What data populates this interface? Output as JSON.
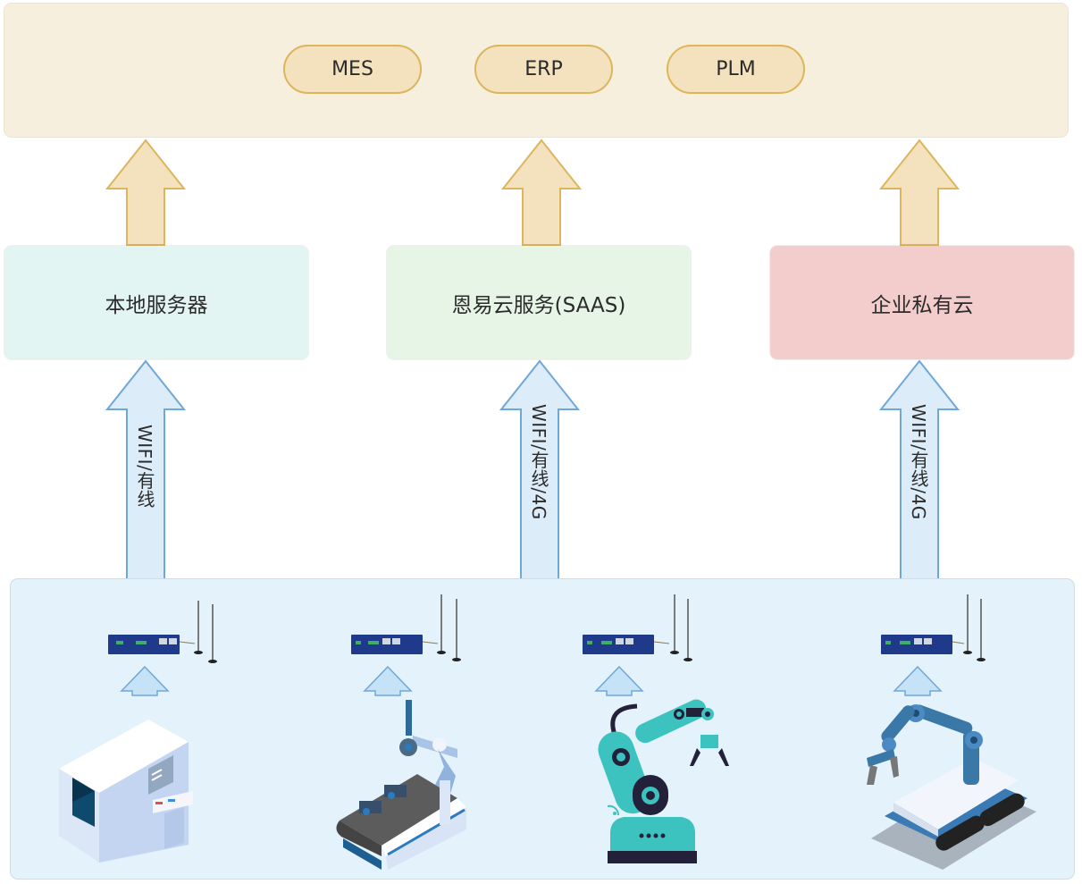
{
  "colors": {
    "top_band": "#f7efdd",
    "pill_fill": "#f3e2bd",
    "pill_border": "#dcb55c",
    "up_arrow_fill": "#f3e2bd",
    "up_arrow_stroke": "#dcb55c",
    "conn_arrow_fill": "#dcecf9",
    "conn_arrow_stroke": "#6fa8d8",
    "local_server_fill": "#e2f5f3",
    "saas_fill": "#e6f5e6",
    "private_cloud_fill": "#f3cccc",
    "bottom_band": "#e4f2fb"
  },
  "applications": [
    {
      "label": "MES"
    },
    {
      "label": "ERP"
    },
    {
      "label": "PLM"
    }
  ],
  "services": [
    {
      "label": "本地服务器",
      "connection": "WIFI/有线"
    },
    {
      "label": "恩易云服务(SAAS)",
      "connection": "WIFI/有线/4G"
    },
    {
      "label": "企业私有云",
      "connection": "WIFI/有线/4G"
    }
  ],
  "devices": [
    {
      "gateway": "gateway-router",
      "machine": "cnc-machine"
    },
    {
      "gateway": "gateway-router",
      "machine": "conveyor-robot-arm"
    },
    {
      "gateway": "gateway-router",
      "machine": "industrial-robot-arm"
    },
    {
      "gateway": "gateway-router",
      "machine": "tracked-robot"
    }
  ]
}
